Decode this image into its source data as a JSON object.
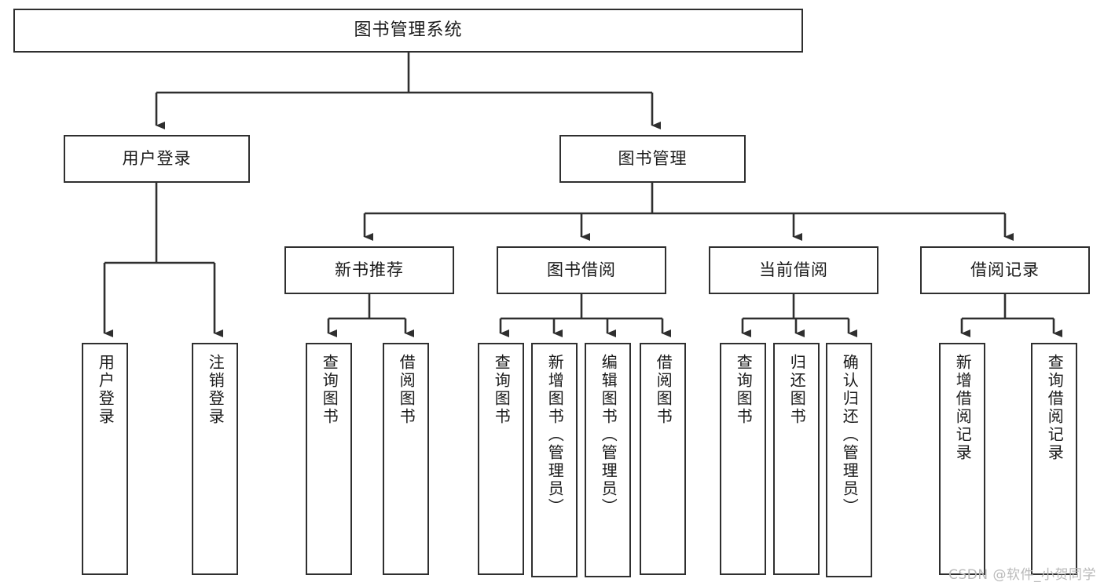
{
  "diagram": {
    "title": "图书管理系统",
    "watermark": "CSDN @软件_小贺同学",
    "colors": {
      "box_border": "#2f2f2f",
      "box_fill": "#ffffff",
      "edge": "#2f2f2f",
      "text": "#1a1a1a",
      "watermark": "#b9b9b9"
    },
    "levels": {
      "root": {
        "label": "图书管理系统"
      },
      "level2": [
        {
          "id": "user-login",
          "label": "用户登录"
        },
        {
          "id": "book-manage",
          "label": "图书管理"
        }
      ],
      "level3": [
        {
          "id": "new-book-recommend",
          "label": "新书推荐"
        },
        {
          "id": "book-borrow",
          "label": "图书借阅"
        },
        {
          "id": "current-borrow",
          "label": "当前借阅"
        },
        {
          "id": "borrow-record",
          "label": "借阅记录"
        }
      ],
      "leaves": {
        "user-login": [
          {
            "id": "leaf-user-login",
            "label": "用户登录"
          },
          {
            "id": "leaf-logout-login",
            "label": "注销登录"
          }
        ],
        "new-book-recommend": [
          {
            "id": "leaf-query-book-1",
            "label": "查询图书"
          },
          {
            "id": "leaf-borrow-book-1",
            "label": "借阅图书"
          }
        ],
        "book-borrow": [
          {
            "id": "leaf-query-book-2",
            "label": "查询图书"
          },
          {
            "id": "leaf-add-book",
            "label": "新增图书（管理员）"
          },
          {
            "id": "leaf-edit-book",
            "label": "编辑图书（管理员）"
          },
          {
            "id": "leaf-borrow-book-2",
            "label": "借阅图书"
          }
        ],
        "current-borrow": [
          {
            "id": "leaf-query-book-3",
            "label": "查询图书"
          },
          {
            "id": "leaf-return-book",
            "label": "归还图书"
          },
          {
            "id": "leaf-confirm-return",
            "label": "确认归还（管理员）"
          }
        ],
        "borrow-record": [
          {
            "id": "leaf-add-record",
            "label": "新增借阅记录"
          },
          {
            "id": "leaf-query-record",
            "label": "查询借阅记录"
          }
        ]
      }
    }
  }
}
